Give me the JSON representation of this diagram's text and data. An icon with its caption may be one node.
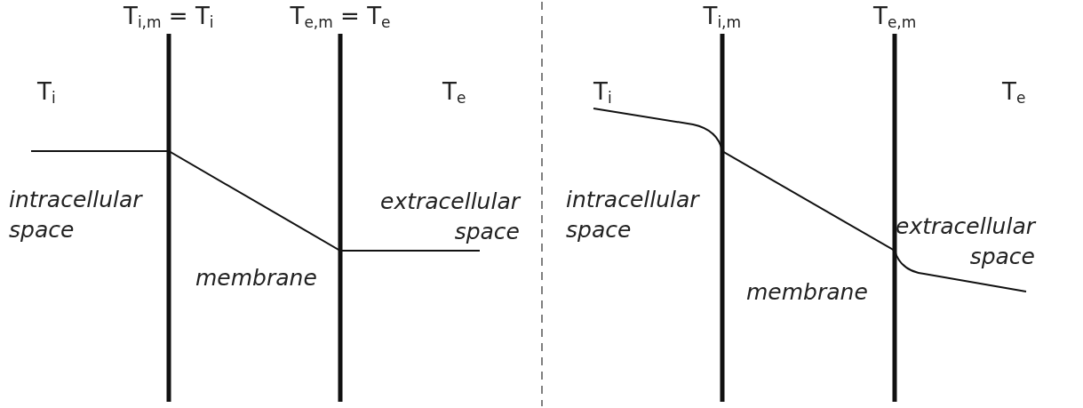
{
  "diagram": {
    "labels": [
      "T$_{i,m}$ = T$_{i}$",
      "T$_{e,m}$ = T$_{e}$",
      "T$_{i}$",
      "T$_{e}$",
      "intracellular space",
      "membrane",
      "extracellular space",
      "T$_{i,m}$",
      "T$_{e,m}$",
      "T$_{i}$",
      "T$_{e}$",
      "intracellular space",
      "membrane",
      "extracellular space"
    ]
  }
}
